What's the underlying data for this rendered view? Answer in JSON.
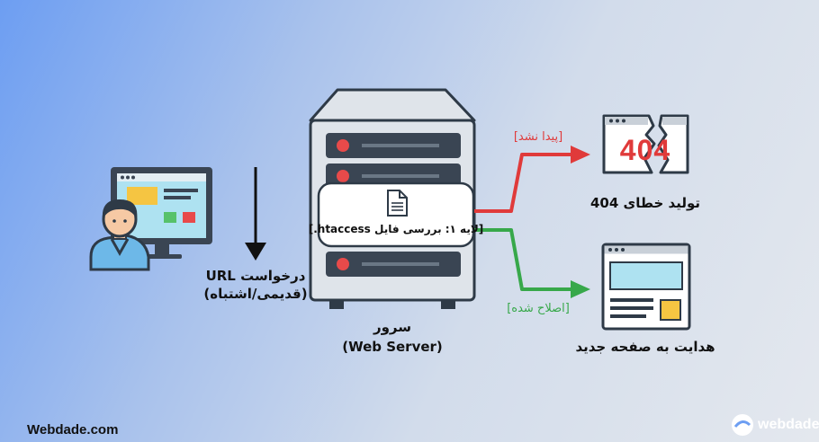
{
  "user_request": {
    "line1": "درخواست URL",
    "line2": "(قدیمی/اشتباه)"
  },
  "server": {
    "layer_label": "[لایه ۱: بررسی فایل htaccess.]",
    "name": "سرور",
    "name_en": "(Web Server)"
  },
  "error_branch": {
    "tag": "[پیدا نشد]",
    "code": "404",
    "caption": "تولید خطای 404",
    "color": "#e03a3a"
  },
  "redirect_branch": {
    "tag": "[اصلاح شده]",
    "caption": "هدایت به صفحه جدید",
    "color": "#37a84a"
  },
  "brand": {
    "site": "Webdade.com",
    "logo": "webdade"
  }
}
